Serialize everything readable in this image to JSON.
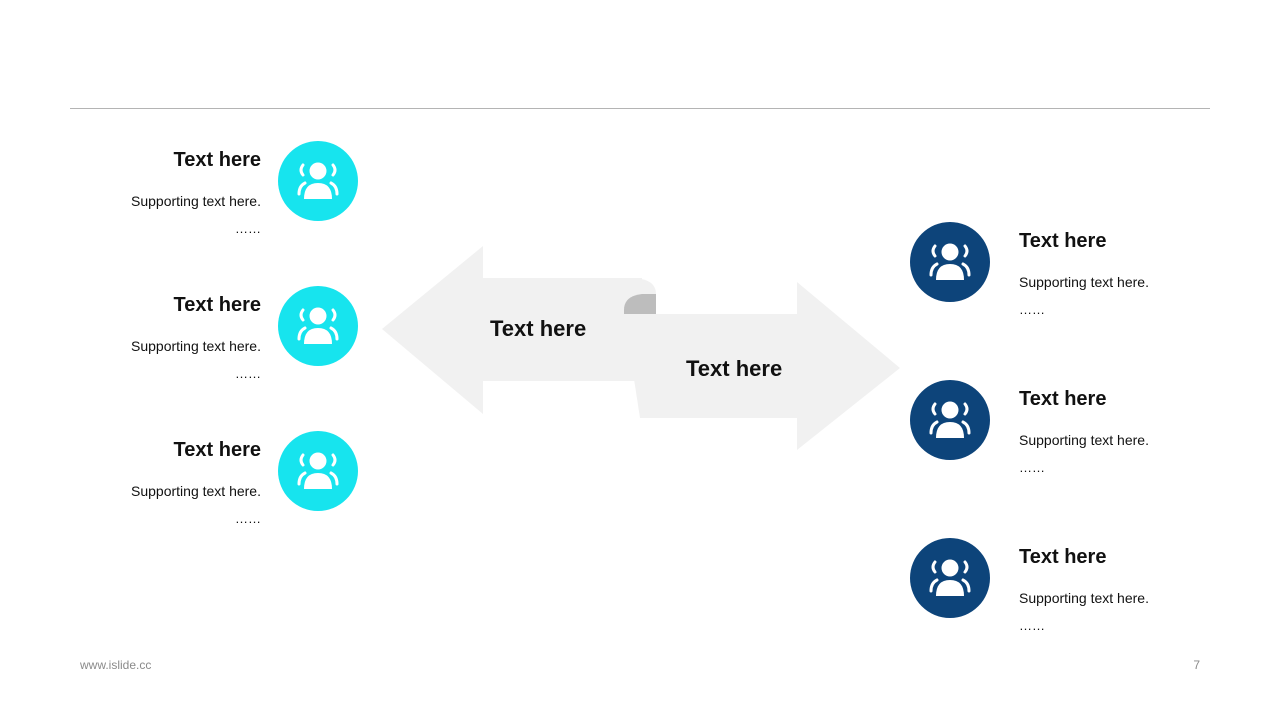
{
  "colors": {
    "cyan": "#17e4ee",
    "navy": "#0d447a",
    "arrow_fill": "#f1f1f1",
    "arrow_fold": "#bdbdbd"
  },
  "left_items": [
    {
      "title": "Text here",
      "desc": "Supporting  text here.",
      "dots": "……",
      "icon": "users-icon"
    },
    {
      "title": "Text here",
      "desc": "Supporting  text here.",
      "dots": "……",
      "icon": "users-icon"
    },
    {
      "title": "Text here",
      "desc": "Supporting  text here.",
      "dots": "……",
      "icon": "users-icon"
    }
  ],
  "right_items": [
    {
      "title": "Text here",
      "desc": "Supporting  text here.",
      "dots": "……",
      "icon": "users-icon"
    },
    {
      "title": "Text here",
      "desc": "Supporting  text here.",
      "dots": "……",
      "icon": "users-icon"
    },
    {
      "title": "Text here",
      "desc": "Supporting  text here.",
      "dots": "……",
      "icon": "users-icon"
    }
  ],
  "arrows": {
    "left_label": "Text here",
    "right_label": "Text here"
  },
  "footer": {
    "website": "www.islide.cc",
    "page_number": "7"
  }
}
